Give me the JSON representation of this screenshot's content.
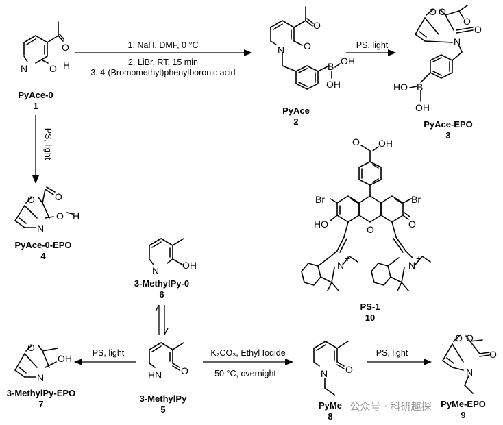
{
  "compounds": {
    "c1": {
      "name": "PyAce-0",
      "number": "1"
    },
    "c2": {
      "name": "PyAce",
      "number": "2"
    },
    "c3": {
      "name": "PyAce-EPO",
      "number": "3"
    },
    "c4": {
      "name": "PyAce-0-EPO",
      "number": "4"
    },
    "c5": {
      "name": "3-MethylPy",
      "number": "5"
    },
    "c6": {
      "name": "3-MethylPy-0",
      "number": "6"
    },
    "c7": {
      "name": "3-MethylPy-EPO",
      "number": "7"
    },
    "c8": {
      "name": "PyMe",
      "number": "8"
    },
    "c9": {
      "name": "PyMe-EPO",
      "number": "9"
    },
    "c10": {
      "name": "PS-1",
      "number": "10"
    }
  },
  "conditions": {
    "step1_line1": "1. NaH, DMF, 0 °C",
    "step1_line2": "2. LiBr, RT, 15 min",
    "step1_line3": "3. 4-(Bromomethyl)phenylboronic acid",
    "ps_light": "PS, light",
    "alkylation_line1": "K₂CO₃, Ethyl Iodide",
    "alkylation_line2": "50 °C, overnight"
  },
  "atoms": {
    "N": "N",
    "O": "O",
    "H": "H",
    "OH": "OH",
    "HO": "HO",
    "B": "B",
    "Br": "Br",
    "HN": "H",
    "N_plus": "N",
    "plus": "+"
  },
  "watermark": "公众号 · 科研趣探"
}
